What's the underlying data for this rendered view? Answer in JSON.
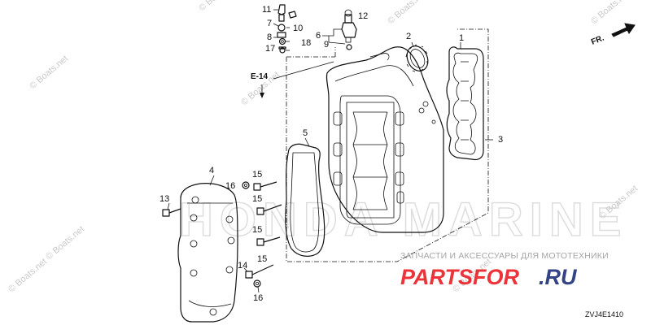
{
  "diagram": {
    "callouts": {
      "c1": "1",
      "c2": "2",
      "c3": "3",
      "c4": "4",
      "c5": "5",
      "c6": "6",
      "c7": "7",
      "c8": "8",
      "c9": "9",
      "c10": "10",
      "c11": "11",
      "c12": "12",
      "c13": "13",
      "c14": "14",
      "c15a": "15",
      "c15b": "15",
      "c15c": "15",
      "c15d": "15",
      "c16a": "16",
      "c16b": "16",
      "c17": "17",
      "c18": "18"
    },
    "reference": "E-14",
    "direction": "FR.",
    "diagram_code": "ZVJ4E1410"
  },
  "watermarks": {
    "boats_text": "© Boats.net",
    "honda_logo_text": "HONDA MARINE",
    "banner": "ЗАПЧАСТИ И АКСЕССУАРЫ ДЛЯ МОТОТЕХНИКИ",
    "brand_main": "PARTSFOR",
    "brand_tld": ".RU"
  },
  "colors": {
    "lines": "#111111",
    "brand_red": "#ea1d24",
    "brand_blue": "#1d2f7a",
    "watermark_gray": "#c9c9c9"
  }
}
